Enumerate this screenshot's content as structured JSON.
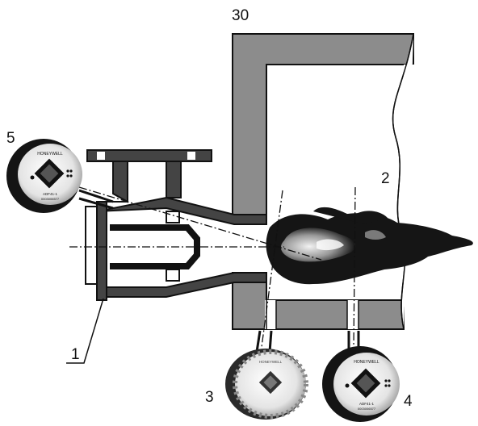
{
  "labels": {
    "furnace_id": "30",
    "burner": "1",
    "furnace_space": "2",
    "sensor_3": "3",
    "sensor_4": "4",
    "sensor_5": "5"
  },
  "sensor_faces": {
    "brand": "HONEYWELL",
    "model": "ADF41-1",
    "serial": "0003006577"
  },
  "colors": {
    "wall": "#8c8c8c",
    "outline": "#111111",
    "flame_dark": "#151515",
    "flame_light": "#e6e6e6"
  }
}
